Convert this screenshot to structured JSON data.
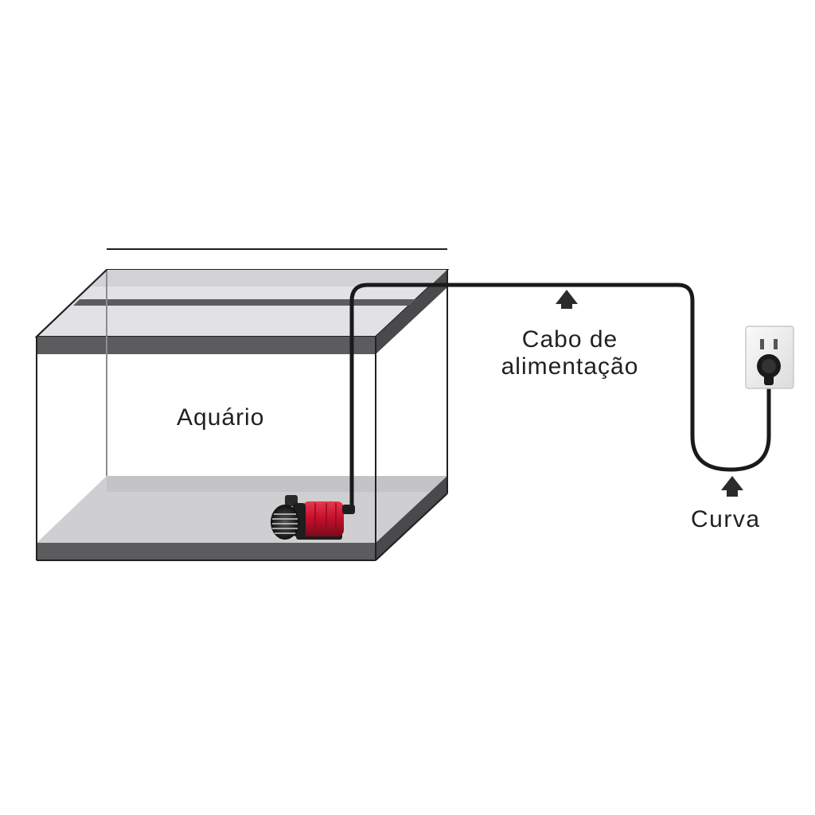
{
  "labels": {
    "aquarium": "Aquário",
    "power_cable_line1": "Cabo de",
    "power_cable_line2": "alimentação",
    "curve": "Curva"
  },
  "colors": {
    "frame": "#5c5b5d",
    "glass_outline": "#231f20",
    "floor": "#cfcfd1",
    "cable": "#1a1a1a",
    "pump_body": "#c8102e",
    "pump_dark": "#1e1e1e",
    "outlet_plate": "#f1f1f1",
    "arrow": "#2b2b2b"
  },
  "icons": [
    "pump-icon",
    "wall-outlet-icon",
    "plug-icon",
    "up-arrow-icon"
  ]
}
